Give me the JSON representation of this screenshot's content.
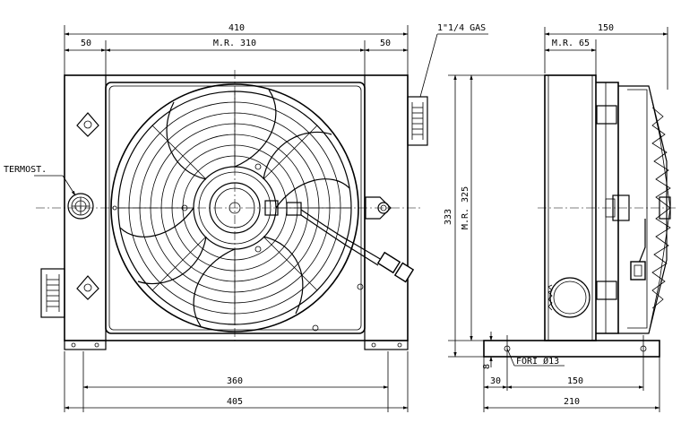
{
  "front_view": {
    "dim_overall_top": "410",
    "dim_left_margin": "50",
    "dim_center": "M.R. 310",
    "dim_right_margin": "50",
    "dim_bottom_inner": "360",
    "dim_bottom_outer": "405",
    "label_thermostat": "TERMOST.",
    "label_port": "1\"1/4 GAS"
  },
  "side_view": {
    "dim_depth_top": "150",
    "dim_mr_65": "M.R. 65",
    "dim_height_333": "333",
    "dim_height_325": "M.R. 325",
    "dim_foot_8": "8",
    "label_holes": "FORI Ø13",
    "dim_30": "30",
    "dim_150_bottom": "150",
    "dim_210": "210"
  }
}
